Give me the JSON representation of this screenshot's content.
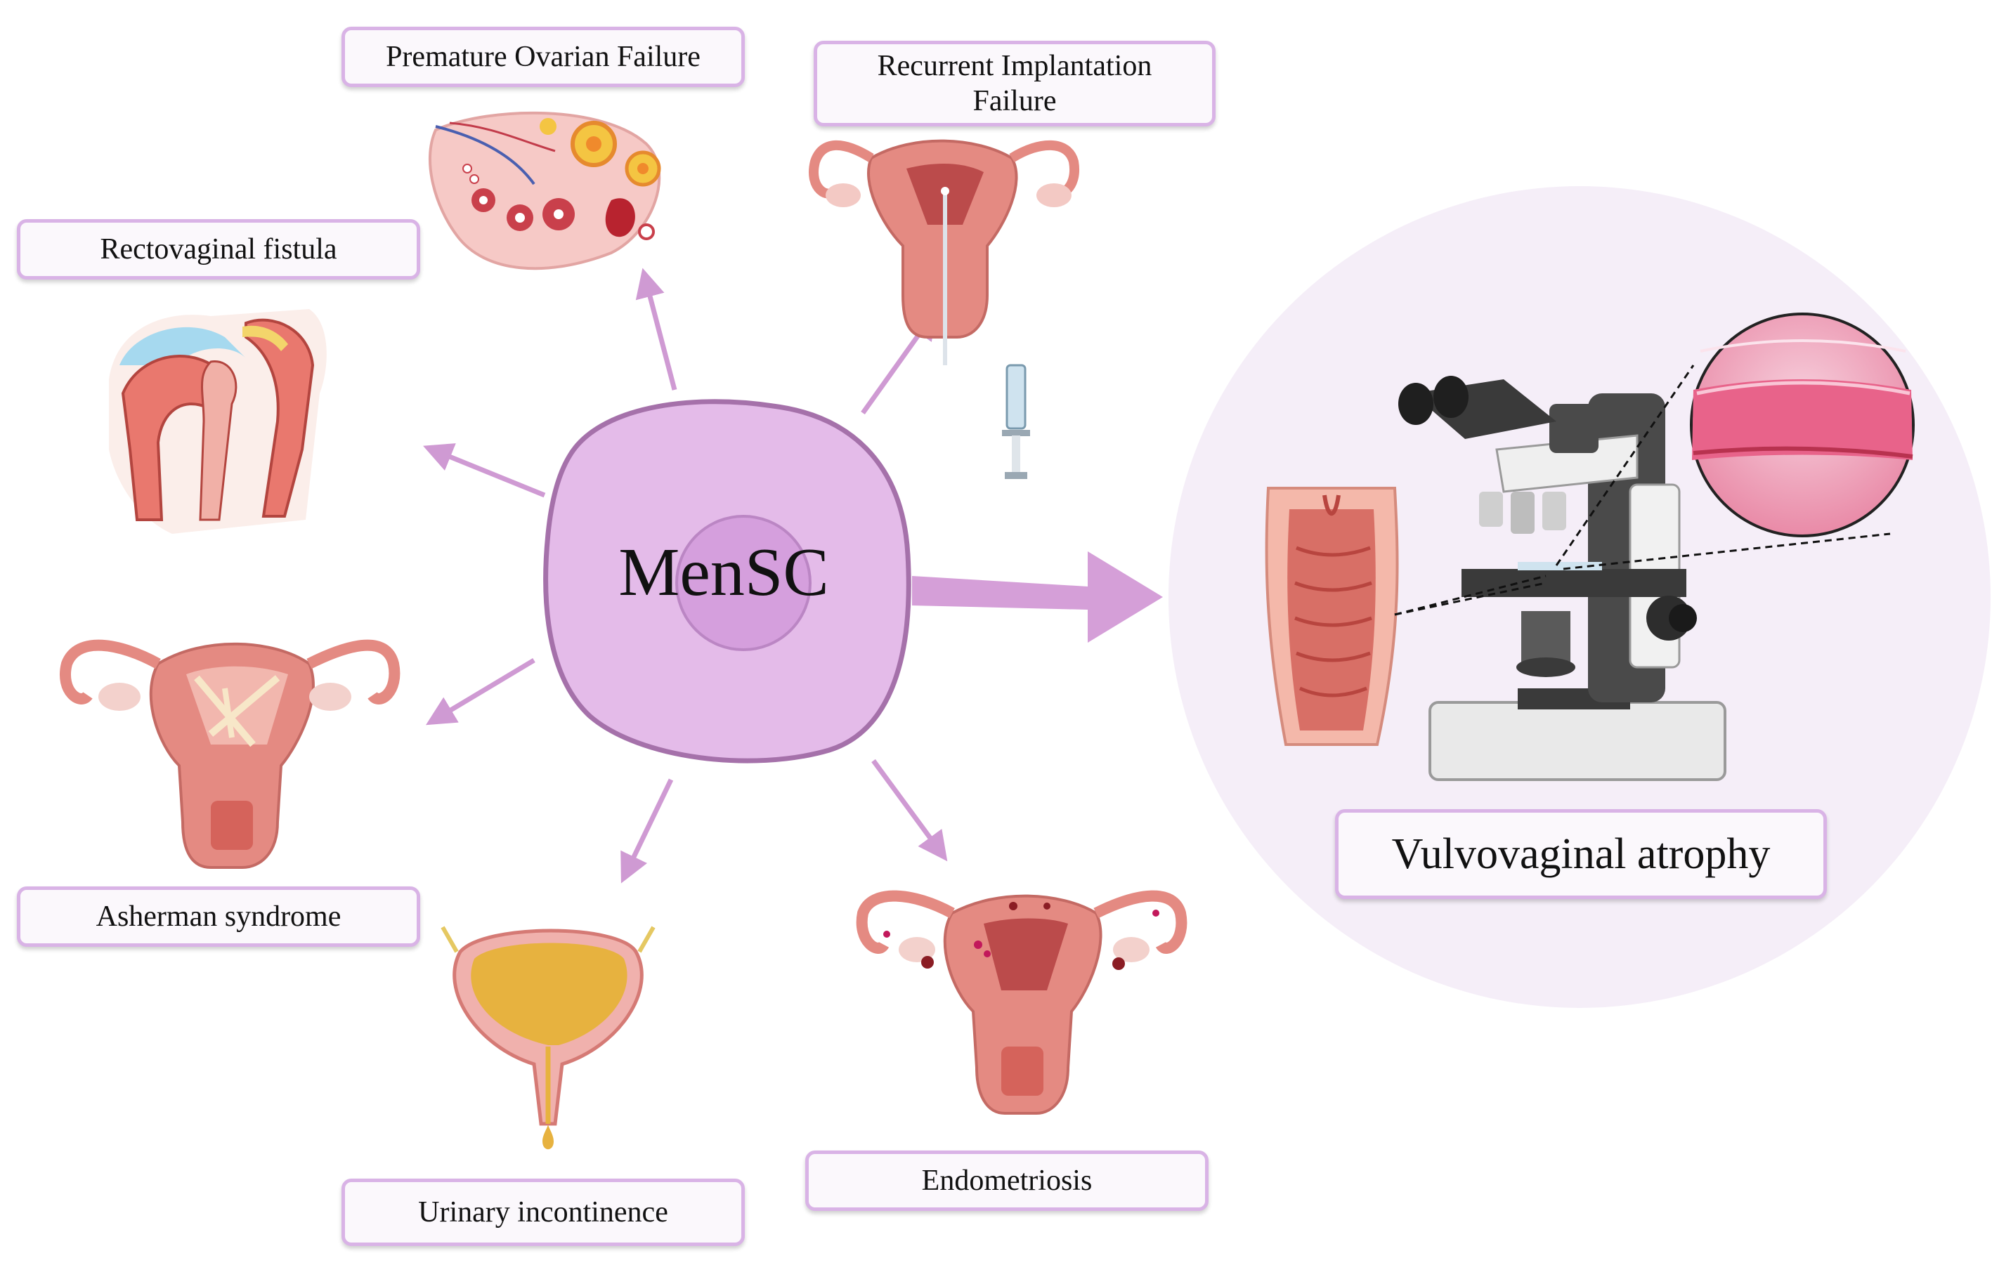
{
  "center": {
    "label": "MenSC"
  },
  "conditions": {
    "premature_ovarian_failure": "Premature Ovarian Failure",
    "recurrent_implantation_failure": "Recurrent Implantation\nFailure",
    "rectovaginal_fistula": "Rectovaginal fistula",
    "asherman_syndrome": "Asherman syndrome",
    "urinary_incontinence": "Urinary incontinence",
    "endometriosis": "Endometriosis",
    "vulvovaginal_atrophy": "Vulvovaginal atrophy"
  },
  "icons": [
    "ovary-icon",
    "uterus-iui-icon",
    "rectovaginal-fistula-icon",
    "uterus-adhesion-icon",
    "bladder-icon",
    "endometriosis-uterus-icon",
    "vaginal-canal-icon",
    "microscope-icon",
    "tissue-magnified-icon"
  ],
  "colors": {
    "cell_fill": "#e4bbe9",
    "cell_border": "#a571aa",
    "arrow": "#cf9ad3",
    "label_border": "#d9b3e6",
    "tissue": "#e67f7f"
  }
}
